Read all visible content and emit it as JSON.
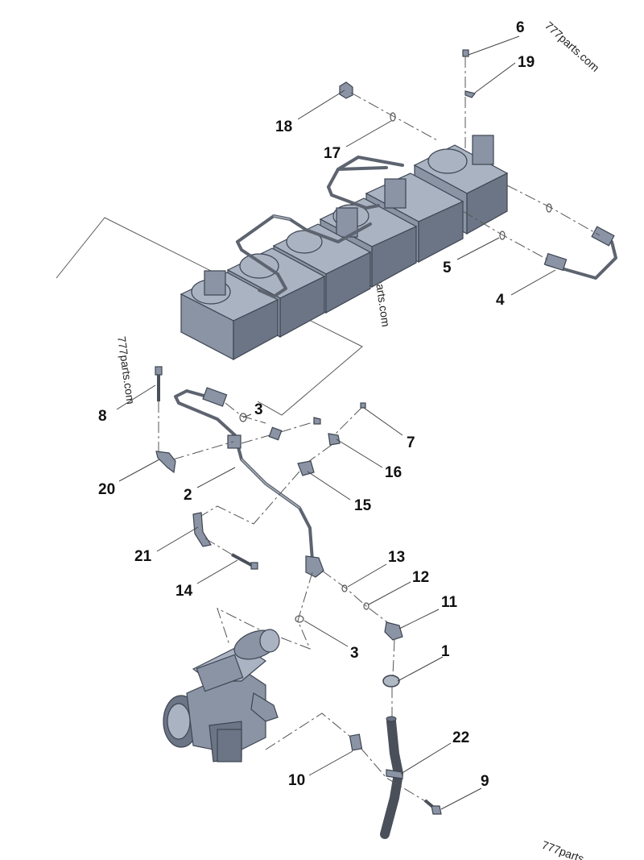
{
  "watermarks": [
    "777parts.com",
    "777parts.com",
    "777parts.com",
    "777parts"
  ],
  "callouts": [
    "1",
    "2",
    "3",
    "3",
    "4",
    "5",
    "6",
    "7",
    "8",
    "9",
    "10",
    "11",
    "12",
    "13",
    "14",
    "15",
    "16",
    "17",
    "18",
    "19",
    "20",
    "21",
    "22"
  ],
  "colors": {
    "part_fill": "#8a94a4",
    "part_top": "#aab3c2",
    "part_side": "#6c7585",
    "outline": "#3e4552",
    "tube": "#5d6470"
  }
}
